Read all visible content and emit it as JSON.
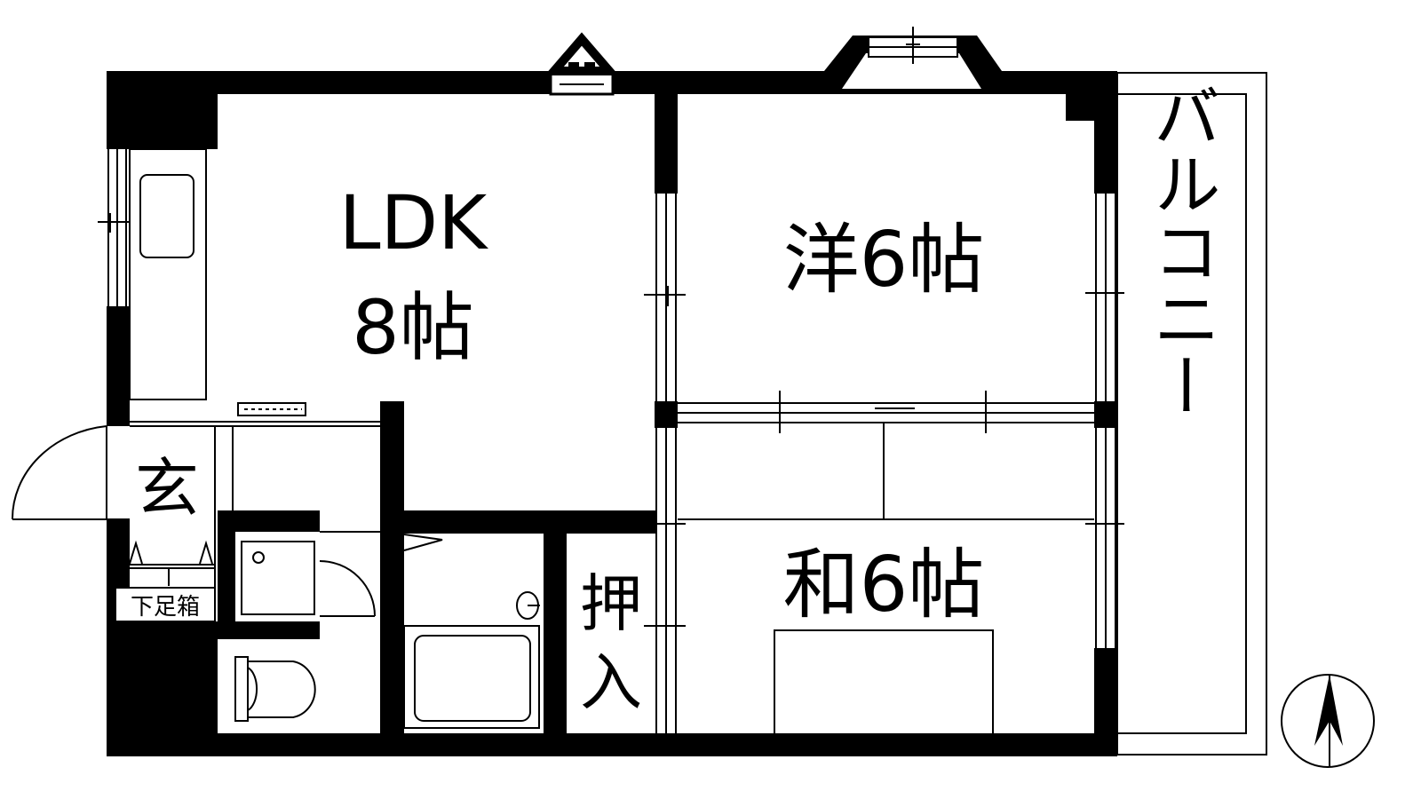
{
  "rooms": {
    "ldk": {
      "name": "LDK",
      "size": "8帖"
    },
    "western": {
      "label": "洋6帖"
    },
    "japanese": {
      "label": "和6帖"
    },
    "entrance": {
      "label": "玄"
    },
    "closet": {
      "line1": "押",
      "line2": "入"
    },
    "balcony": {
      "label": "バルコニー"
    },
    "shoe_box": {
      "label": "下足箱"
    }
  },
  "compass": {
    "direction": "north"
  },
  "colors": {
    "wall": "#000000",
    "line": "#000000",
    "background": "#ffffff"
  }
}
